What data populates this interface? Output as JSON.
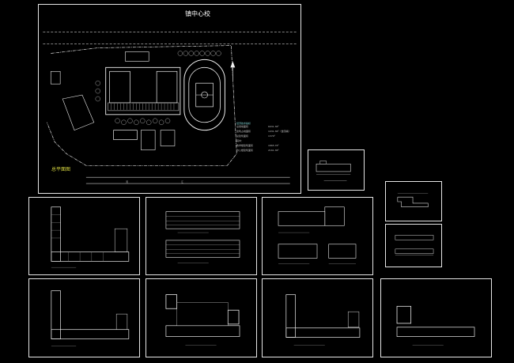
{
  "site_plan": {
    "title": "镇中心校",
    "caption": "总平面图",
    "river_label": "河",
    "road_label": "江",
    "tech_table_title": "经济技术指标",
    "tech_rows": [
      {
        "name": "总用地面积",
        "value": "6931.36²"
      },
      {
        "name": "建筑占地面积",
        "value": "1031.36²（含围墙）"
      },
      {
        "name": "总建筑面积",
        "value": "1370²"
      },
      {
        "name": "其中：",
        "value": ""
      },
      {
        "name": "教学楼建筑面积",
        "value": "1865.76²"
      },
      {
        "name": "办公楼建筑面积",
        "value": "2161.36²"
      }
    ]
  },
  "colors": {
    "background": "#000000",
    "line": "#e6e6e6",
    "detail": "#bfbfbf",
    "accent_yellow": "#d8d840",
    "accent_cyan": "#7fd3d3"
  },
  "sheets": [
    {
      "id": "plan-1"
    },
    {
      "id": "elevation-1"
    },
    {
      "id": "elevation-2"
    },
    {
      "id": "detail-small-1"
    },
    {
      "id": "detail-small-2"
    },
    {
      "id": "detail-small-3"
    },
    {
      "id": "plan-2"
    },
    {
      "id": "plan-3"
    },
    {
      "id": "plan-4"
    },
    {
      "id": "plan-5"
    }
  ]
}
